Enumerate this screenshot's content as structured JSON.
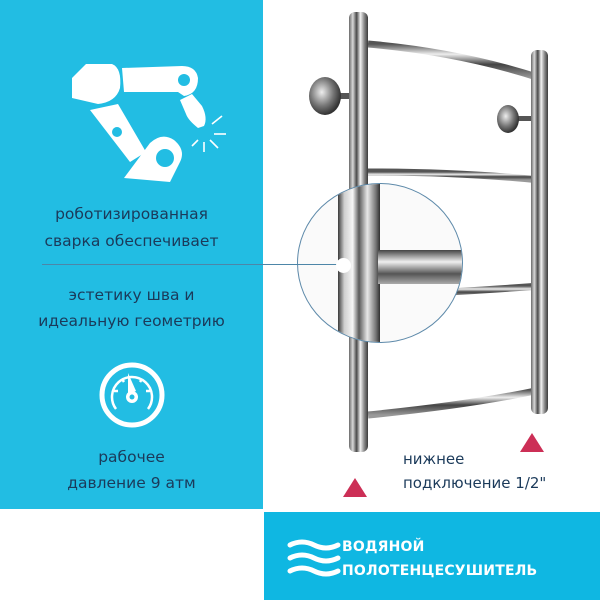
{
  "left_panel": {
    "feature1": {
      "icon": "robotic-welding-arm-icon",
      "line1": "роботизированная",
      "line2": "сварка обеспечивает",
      "line3": "эстетику шва и",
      "line4": "идеальную геометрию"
    },
    "feature2": {
      "icon": "pressure-gauge-icon",
      "line1": "рабочее",
      "line2": "давление 9 атм"
    }
  },
  "product": {
    "image": "stainless-steel-ladder-towel-rail",
    "magnifier_detail": "weld-joint-closeup"
  },
  "connection_note": {
    "line1": "нижнее",
    "line2": "подключение 1/2\"",
    "marker_icon": "red-triangle-marker"
  },
  "banner": {
    "icon": "water-waves-icon",
    "line1": "ВОДЯНОЙ",
    "line2": "ПОЛОТЕНЦЕСУШИТЕЛЬ"
  },
  "colors": {
    "panel_blue": "#22bde3",
    "banner_blue": "#0fb7e2",
    "text_dark": "#1b3a5a",
    "marker_red": "#cc2f56",
    "white": "#ffffff"
  }
}
